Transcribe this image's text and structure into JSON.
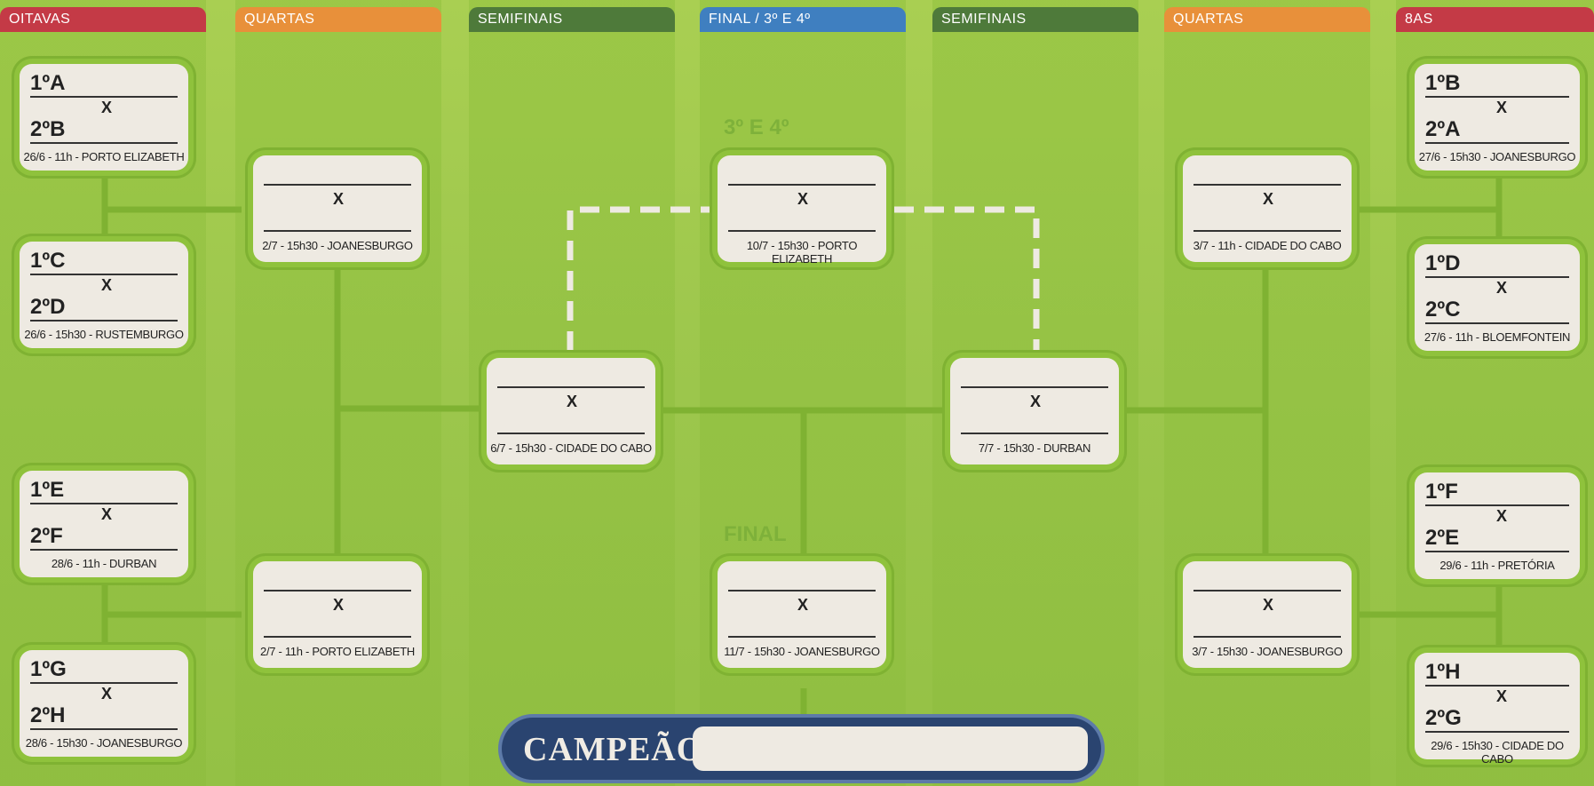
{
  "columns": {
    "oitavas_left": "OITAVAS",
    "quartas_left": "QUARTAS",
    "semis_left": "SEMIFINAIS",
    "final": "FINAL / 3º E 4º",
    "semis_right": "SEMIFINAIS",
    "quartas_right": "QUARTAS",
    "oitavas_right": "8AS"
  },
  "colors": {
    "red_tab": "#c43a46",
    "orange_tab": "#e8903a",
    "green_tab": "#4e7a3a",
    "blue_tab": "#3f7fc0",
    "card_bg": "#eeeae2",
    "campeao_bg": "#2a4470"
  },
  "separator": "X",
  "oitavas_left": [
    {
      "team_a": "1ºA",
      "team_b": "2ºB",
      "info": "26/6 - 11h - PORTO ELIZABETH"
    },
    {
      "team_a": "1ºC",
      "team_b": "2ºD",
      "info": "26/6 - 15h30 - RUSTEMBURGO"
    },
    {
      "team_a": "1ºE",
      "team_b": "2ºF",
      "info": "28/6 - 11h - DURBAN"
    },
    {
      "team_a": "1ºG",
      "team_b": "2ºH",
      "info": "28/6 - 15h30 - JOANESBURGO"
    }
  ],
  "oitavas_right": [
    {
      "team_a": "1ºB",
      "team_b": "2ºA",
      "info": "27/6 - 15h30 - JOANESBURGO"
    },
    {
      "team_a": "1ºD",
      "team_b": "2ºC",
      "info": "27/6 - 11h - BLOEMFONTEIN"
    },
    {
      "team_a": "1ºF",
      "team_b": "2ºE",
      "info": "29/6 - 11h - PRETÓRIA"
    },
    {
      "team_a": "1ºH",
      "team_b": "2ºG",
      "info": "29/6 - 15h30 - CIDADE DO CABO"
    }
  ],
  "quartas_left": [
    {
      "info": "2/7 - 15h30 - JOANESBURGO"
    },
    {
      "info": "2/7 - 11h - PORTO ELIZABETH"
    }
  ],
  "quartas_right": [
    {
      "info": "3/7 - 11h - CIDADE DO CABO"
    },
    {
      "info": "3/7 - 15h30 - JOANESBURGO"
    }
  ],
  "semis": {
    "left": {
      "info": "6/7 - 15h30 - CIDADE DO CABO"
    },
    "right": {
      "info": "7/7 - 15h30 - DURBAN"
    }
  },
  "third_place": {
    "label": "3º E 4º",
    "info": "10/7 - 15h30 - PORTO ELIZABETH"
  },
  "final": {
    "label": "FINAL",
    "info": "11/7 - 15h30 - JOANESBURGO"
  },
  "campeao": {
    "label": "CAMPEÃO"
  }
}
